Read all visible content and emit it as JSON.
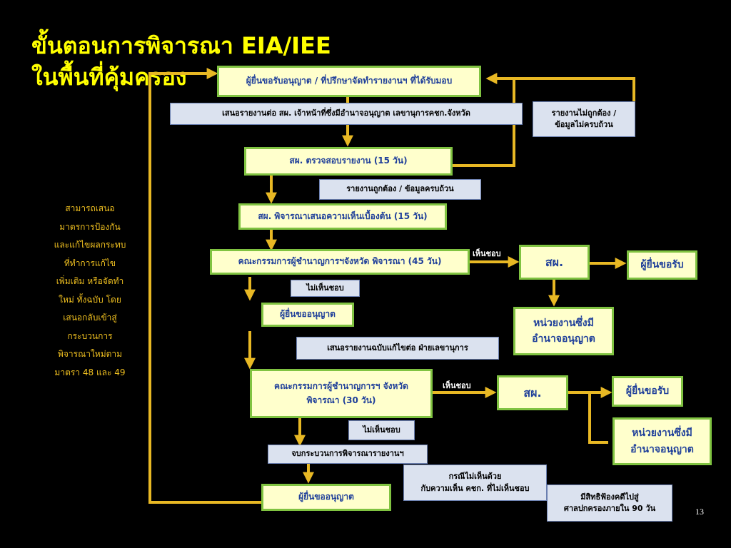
{
  "title": {
    "line1": "ขั้นตอนการพิจารณา EIA/IEE",
    "line2": "ในพื้นที่คุ้มครอง"
  },
  "colors": {
    "arrow": "#e8b824",
    "box_fill": "#ffffcc",
    "box_border": "#80c341",
    "box_text": "#1f3f9a",
    "note_fill": "#dbe2ef",
    "title_text": "#ffff00",
    "side_text": "#f0c020"
  },
  "boxes": {
    "applicant_submit": "ผู้ยื่นขอรับอนุญาต / ที่ปรึกษาจัดทำรายงานฯ ที่ได้รับมอบ",
    "onep_check": "สผ. ตรวจสอบรายงาน (15 วัน)",
    "onep_preliminary": "สผ. พิจารณาเสนอความเห็นเบื้องต้น (15 วัน)",
    "committee_first": "คณะกรรมการผู้ชำนาญการฯจังหวัด พิจารณา (45 วัน)",
    "onep_first": "สผ.",
    "applicant_receive_first": "ผู้ยื่นขอรับ",
    "authority_first": [
      "หน่วยงานซึ่งมี",
      "อำนาจอนุญาต"
    ],
    "applicant_permit_first": "ผู้ยื่นขออนุญาต",
    "committee_second": [
      "คณะกรรมการผู้ชำนาญการฯ จังหวัด",
      "พิจารณา  (30 วัน)"
    ],
    "onep_second": "สผ.",
    "applicant_receive_second": "ผู้ยื่นขอรับ",
    "authority_second": [
      "หน่วยงานซึ่งมี",
      "อำนาจอนุญาต"
    ],
    "applicant_permit_final": "ผู้ยื่นขออนุญาต"
  },
  "notes": {
    "submit_report": "เสนอรายงานต่อ สผ.  เจ้าหน้าที่ซึ่งมีอำนาจอนุญาต  เลขานุการคชก.จังหวัด",
    "incorrect_report": [
      "รายงานไม่ถูกต้อง /",
      "ข้อมูลไม่ครบถ้วน"
    ],
    "correct_report": "รายงานถูกต้อง / ข้อมูลครบถ้วน",
    "disapprove_first": "ไม่เห็นชอบ",
    "submit_revised": "เสนอรายงานฉบับแก้ไขต่อ ฝ่ายเลขานุการ",
    "disapprove_second": "ไม่เห็นชอบ",
    "end_process": "จบกระบวนการพิจารณารายงานฯ",
    "disagree_case": [
      "กรณีไม่เห็นด้วย",
      "กับความเห็น คชก. ที่ไม่เห็นชอบ"
    ],
    "appeal_right": [
      "มีสิทธิฟ้องคดีไปสู่",
      "ศาลปกครองภายใน 90 วัน"
    ]
  },
  "labels": {
    "approve_first": "เห็นชอบ",
    "approve_second": "เห็นชอบ"
  },
  "side_text": [
    "สามารถเสนอ",
    "มาตรการป้องกัน",
    "และแก้ไขผลกระทบ",
    "ที่ทำการแก้ไข",
    "เพิ่มเติม หรือจัดทำ",
    "ใหม่  ทั้งฉบับ โดย",
    "เสนอกลับเข้าสู่",
    "กระบวนการ",
    "พิจารณาใหม่ตาม",
    "มาตรา 48 และ 49"
  ],
  "page_number": "13"
}
